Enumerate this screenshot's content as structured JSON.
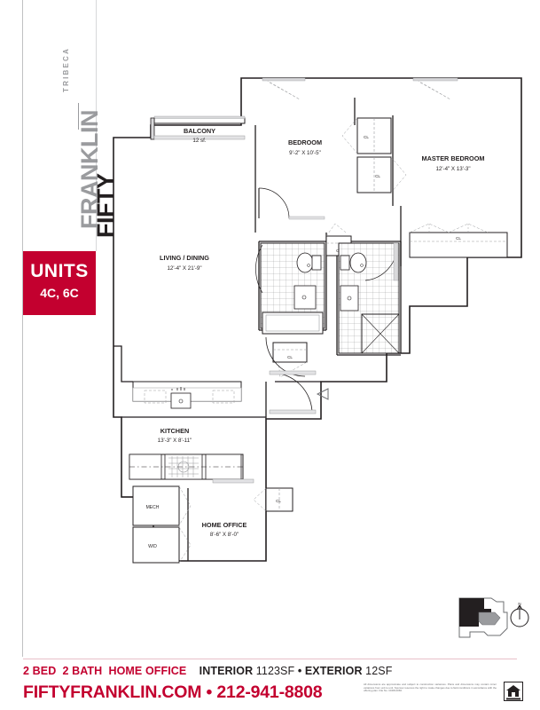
{
  "brand": {
    "name_primary": "FIFTY",
    "name_secondary": "FRANKLIN",
    "tagline": "TRIBECA"
  },
  "units_badge": {
    "title": "UNITS",
    "value": "4C, 6C",
    "color": "#c3002f"
  },
  "floorplan": {
    "rooms": [
      {
        "name": "BALCONY",
        "dimensions": "12 sf."
      },
      {
        "name": "BEDROOM",
        "dimensions": "9'-2\" X 10'-5\""
      },
      {
        "name": "MASTER BEDROOM",
        "dimensions": "12'-4\" X 13'-3\""
      },
      {
        "name": "LIVING / DINING",
        "dimensions": "12'-4\" X 21'-9\""
      },
      {
        "name": "KITCHEN",
        "dimensions": "13'-3\" X 8'-11\""
      },
      {
        "name": "HOME OFFICE",
        "dimensions": "8'-6\" X 8'-0\""
      }
    ],
    "closet_label": "CL",
    "closets_count": 6,
    "utility_labels": [
      "MECH",
      "W/D"
    ],
    "compass_label": "N"
  },
  "footer": {
    "beds": "2 BED",
    "baths": "2 BATH",
    "extra_room": "HOME OFFICE",
    "interior_label": "INTERIOR",
    "interior_value": "1123SF",
    "separator": "•",
    "exterior_label": "EXTERIOR",
    "exterior_value": "12SF",
    "website": "FIFTYFRANKLIN.COM",
    "contact_separator": "•",
    "phone": "212-941-8808",
    "disclaimer": "All dimensions are approximate and subject to construction variances. Plans and dimensions may contain minor variations from unit to unit. Sponsor reserves the right to make changes due to field conditions in accordance with the offering plan. File No. CD08-0066."
  }
}
